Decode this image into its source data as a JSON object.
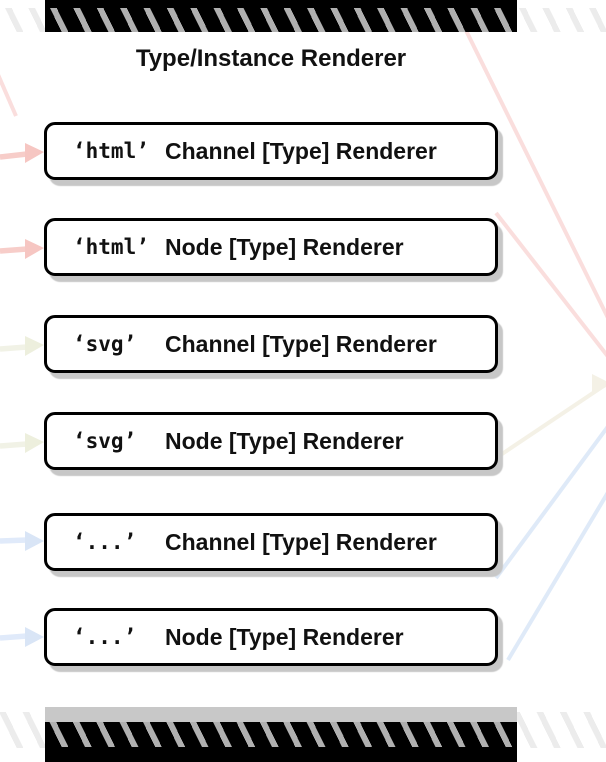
{
  "diagram": {
    "title": "Type/Instance Renderer",
    "boxes": [
      {
        "code": "‘html’",
        "label": "Channel [Type] Renderer",
        "group": "html"
      },
      {
        "code": "‘html’",
        "label": "Node [Type] Renderer",
        "group": "html"
      },
      {
        "code": "‘svg’",
        "label": "Channel [Type] Renderer",
        "group": "svg"
      },
      {
        "code": "‘svg’",
        "label": "Node [Type] Renderer",
        "group": "svg"
      },
      {
        "code": "‘...’",
        "label": "Channel [Type] Renderer",
        "group": "other"
      },
      {
        "code": "‘...’",
        "label": "Node [Type] Renderer",
        "group": "other"
      }
    ],
    "decorations": {
      "top_bar": "diagonal-hatch-bar",
      "bottom_bar": "diagonal-hatch-bar",
      "left_arrows": [
        "html",
        "html",
        "svg",
        "svg",
        "other",
        "other"
      ],
      "right_lines": "fan converging off right edge"
    },
    "colors": {
      "html_arrow": "#f6c6c2",
      "html_line": "#fadedd",
      "svg_arrow": "#edefdd",
      "svg_line": "#f4f1e6",
      "other_arrow": "#d9e5f6",
      "other_line": "#dfeaf8",
      "bar_black": "#000000",
      "bar_stripe": "#b0b0b0",
      "gray_band": "#c8c8c8",
      "box_shadow": "#c7c7c7"
    }
  }
}
